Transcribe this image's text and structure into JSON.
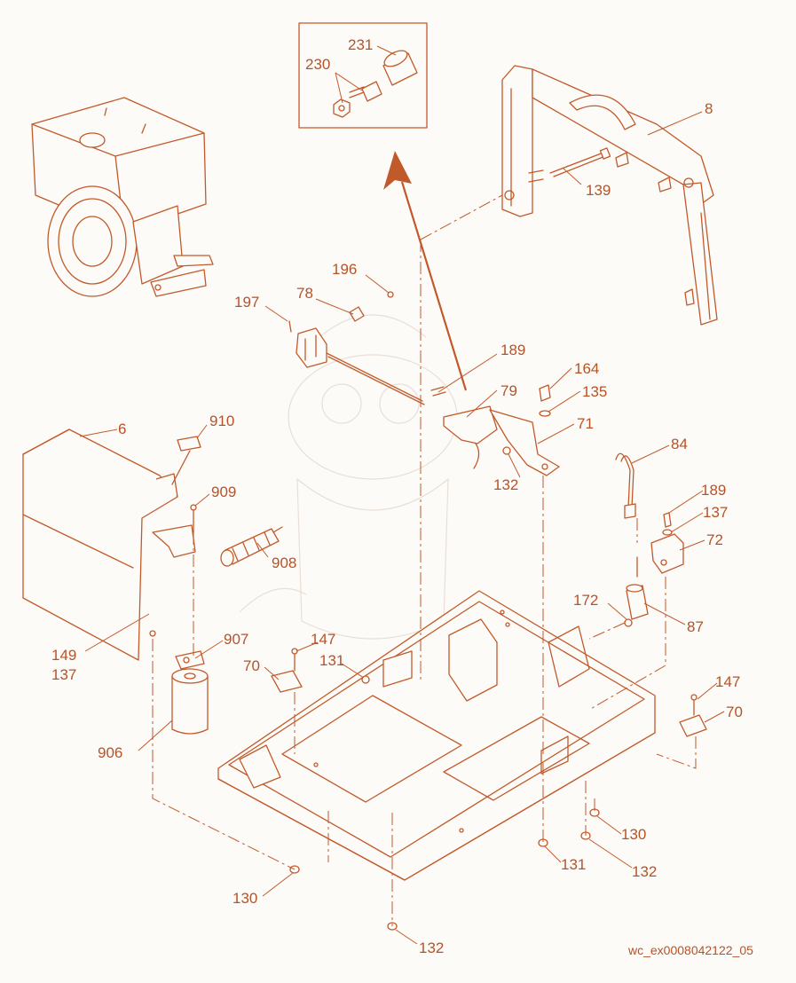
{
  "figure": {
    "reference": "wc_ex0008042122_05",
    "accent_color": "#c15a2a",
    "background": "#fdfbf8"
  },
  "callouts": {
    "c231": "231",
    "c230": "230",
    "c8": "8",
    "c139": "139",
    "c196": "196",
    "c78": "78",
    "c197": "197",
    "c189a": "189",
    "c79": "79",
    "c164": "164",
    "c135": "135",
    "c71": "71",
    "c132a": "132",
    "c6": "6",
    "c910": "910",
    "c909": "909",
    "c908": "908",
    "c84": "84",
    "c189b": "189",
    "c137a": "137",
    "c72": "72",
    "c172": "172",
    "c87": "87",
    "c149": "149",
    "c137b": "137",
    "c907": "907",
    "c147a": "147",
    "c70a": "70",
    "c131a": "131",
    "c906": "906",
    "c147b": "147",
    "c70b": "70",
    "c130a": "130",
    "c131b": "131",
    "c132b": "132",
    "c130b": "130",
    "c132c": "132"
  },
  "icons": [
    "engine-illustration",
    "handle-frame",
    "detail-inset",
    "base-frame",
    "fuel-tank",
    "oil-filter",
    "direction-arrow"
  ]
}
